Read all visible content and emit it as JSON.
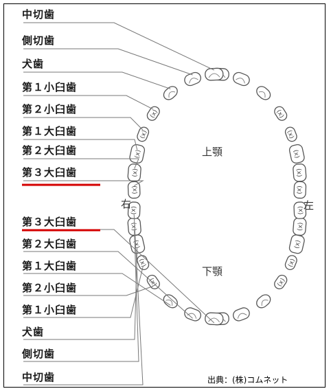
{
  "upper_labels": [
    "中切歯",
    "側切歯",
    "犬歯",
    "第１小臼歯",
    "第２小臼歯",
    "第１大臼歯",
    "第２大臼歯",
    "第３大臼歯"
  ],
  "lower_labels": [
    "第３大臼歯",
    "第２大臼歯",
    "第１大臼歯",
    "第２小臼歯",
    "第１小臼歯",
    "犬歯",
    "側切歯",
    "中切歯"
  ],
  "upper_jaw": "上顎",
  "lower_jaw": "下顎",
  "right_side": "右",
  "left_side": "左",
  "credit": "出典：(株)コムネット",
  "molar_mark": "(x)",
  "highlight_color": "#d40000"
}
